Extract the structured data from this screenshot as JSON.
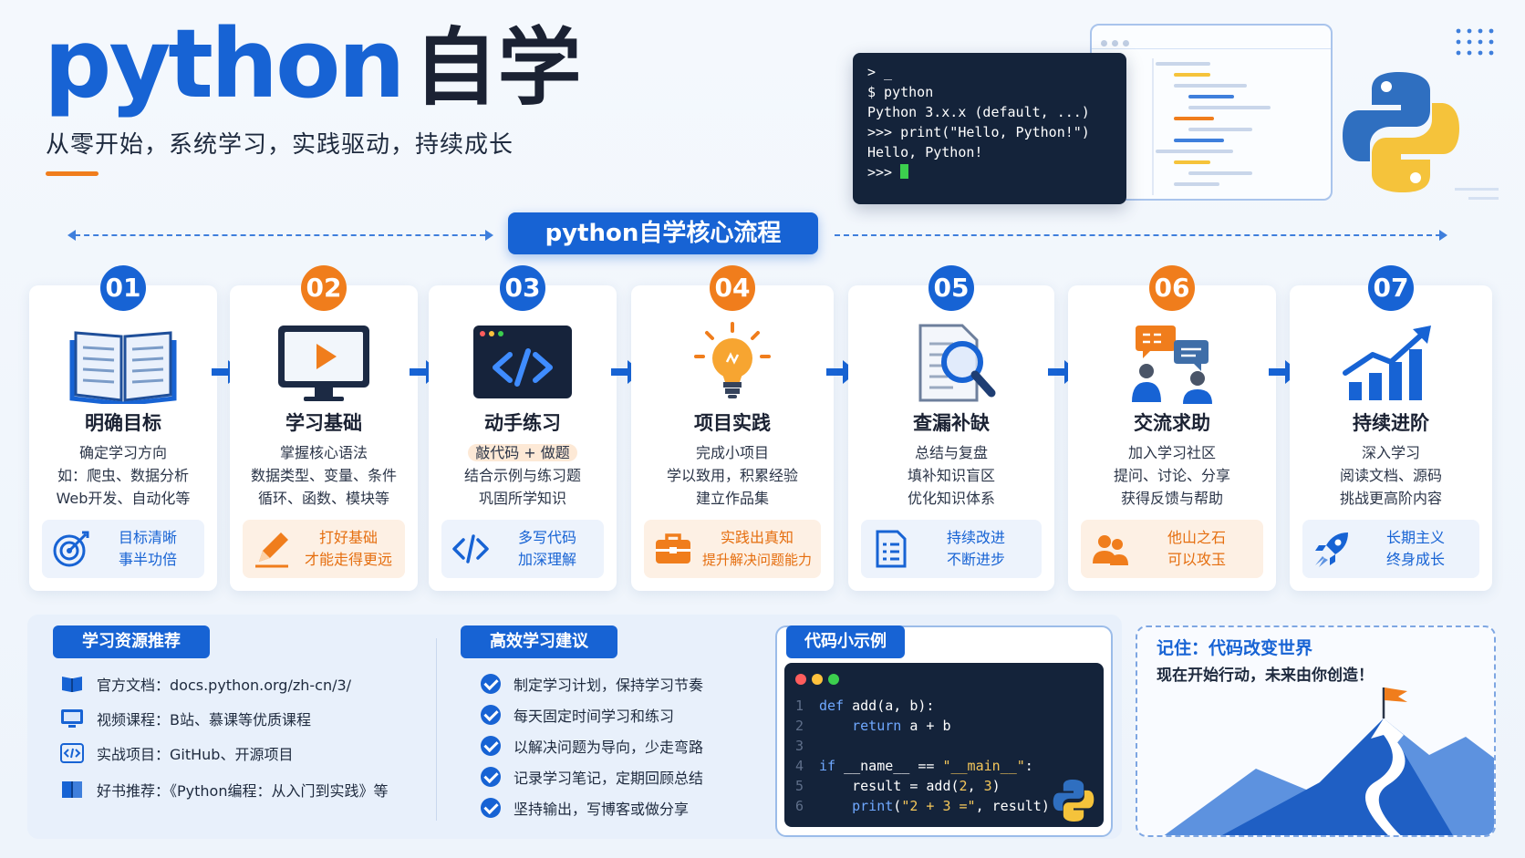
{
  "header": {
    "title_en": "python",
    "title_zh": "自学",
    "subtitle": "从零开始，系统学习，实践驱动，持续成长"
  },
  "terminal": {
    "lines": [
      "> _",
      "$ python",
      "Python 3.x.x (default, ...)",
      ">>> print(\"Hello, Python!\")",
      "Hello, Python!",
      ">>> "
    ]
  },
  "flow": {
    "banner": "python自学核心流程",
    "steps": [
      {
        "num": "01",
        "title": "明确目标",
        "lines": [
          "确定学习方向",
          "如：爬虫、数据分析",
          "Web开发、自动化等"
        ],
        "tip": [
          "目标清晰",
          "事半功倍"
        ],
        "icon": "open-book-icon",
        "tip_icon": "target-icon",
        "accent": "blue"
      },
      {
        "num": "02",
        "title": "学习基础",
        "lines": [
          "掌握核心语法",
          "数据类型、变量、条件",
          "循环、函数、模块等"
        ],
        "tip": [
          "打好基础",
          "才能走得更远"
        ],
        "icon": "monitor-play-icon",
        "tip_icon": "pencil-icon",
        "accent": "orange"
      },
      {
        "num": "03",
        "title": "动手练习",
        "lines": [
          "敲代码 + 做题",
          "结合示例与练习题",
          "巩固所学知识"
        ],
        "tip": [
          "多写代码",
          "加深理解"
        ],
        "icon": "code-window-icon",
        "tip_icon": "code-brackets-icon",
        "accent": "blue"
      },
      {
        "num": "04",
        "title": "项目实践",
        "lines": [
          "完成小项目",
          "学以致用，积累经验",
          "建立作品集"
        ],
        "tip": [
          "实践出真知",
          "提升解决问题能力"
        ],
        "icon": "lightbulb-icon",
        "tip_icon": "briefcase-icon",
        "accent": "orange"
      },
      {
        "num": "05",
        "title": "查漏补缺",
        "lines": [
          "总结与复盘",
          "填补知识盲区",
          "优化知识体系"
        ],
        "tip": [
          "持续改进",
          "不断进步"
        ],
        "icon": "document-search-icon",
        "tip_icon": "checklist-icon",
        "accent": "blue"
      },
      {
        "num": "06",
        "title": "交流求助",
        "lines": [
          "加入学习社区",
          "提问、讨论、分享",
          "获得反馈与帮助"
        ],
        "tip": [
          "他山之石",
          "可以攻玉"
        ],
        "icon": "people-chat-icon",
        "tip_icon": "users-icon",
        "accent": "orange"
      },
      {
        "num": "07",
        "title": "持续进阶",
        "lines": [
          "深入学习",
          "阅读文档、源码",
          "挑战更高阶内容"
        ],
        "tip": [
          "长期主义",
          "终身成长"
        ],
        "icon": "growth-chart-icon",
        "tip_icon": "rocket-icon",
        "accent": "blue"
      }
    ]
  },
  "resources": {
    "tag": "学习资源推荐",
    "items": [
      {
        "text": "官方文档：docs.python.org/zh-cn/3/",
        "icon": "book-icon"
      },
      {
        "text": "视频课程：B站、慕课等优质课程",
        "icon": "monitor-icon"
      },
      {
        "text": "实战项目：GitHub、开源项目",
        "icon": "code-icon"
      },
      {
        "text": "好书推荐：《Python编程：从入门到实践》等",
        "icon": "books-icon"
      }
    ]
  },
  "advice": {
    "tag": "高效学习建议",
    "items": [
      "制定学习计划，保持学习节奏",
      "每天固定时间学习和练习",
      "以解决问题为导向，少走弯路",
      "记录学习笔记，定期回顾总结",
      "坚持输出，写博客或做分享"
    ]
  },
  "code_example": {
    "tag": "代码小示例",
    "lines": [
      {
        "n": "1",
        "code": "def add(a, b):"
      },
      {
        "n": "2",
        "code": "    return a + b"
      },
      {
        "n": "3",
        "code": ""
      },
      {
        "n": "4",
        "code": "if __name__ == \"__main__\":"
      },
      {
        "n": "5",
        "code": "    result = add(2, 3)"
      },
      {
        "n": "6",
        "code": "    print(\"2 + 3 =\", result)"
      }
    ]
  },
  "motto": {
    "title": "记住：代码改变世界",
    "subtitle": "现在开始行动，未来由你创造！"
  },
  "colors": {
    "primary": "#1763d4",
    "accent": "#f07d1c",
    "dark": "#14233a",
    "python_yellow": "#f5c33b"
  }
}
